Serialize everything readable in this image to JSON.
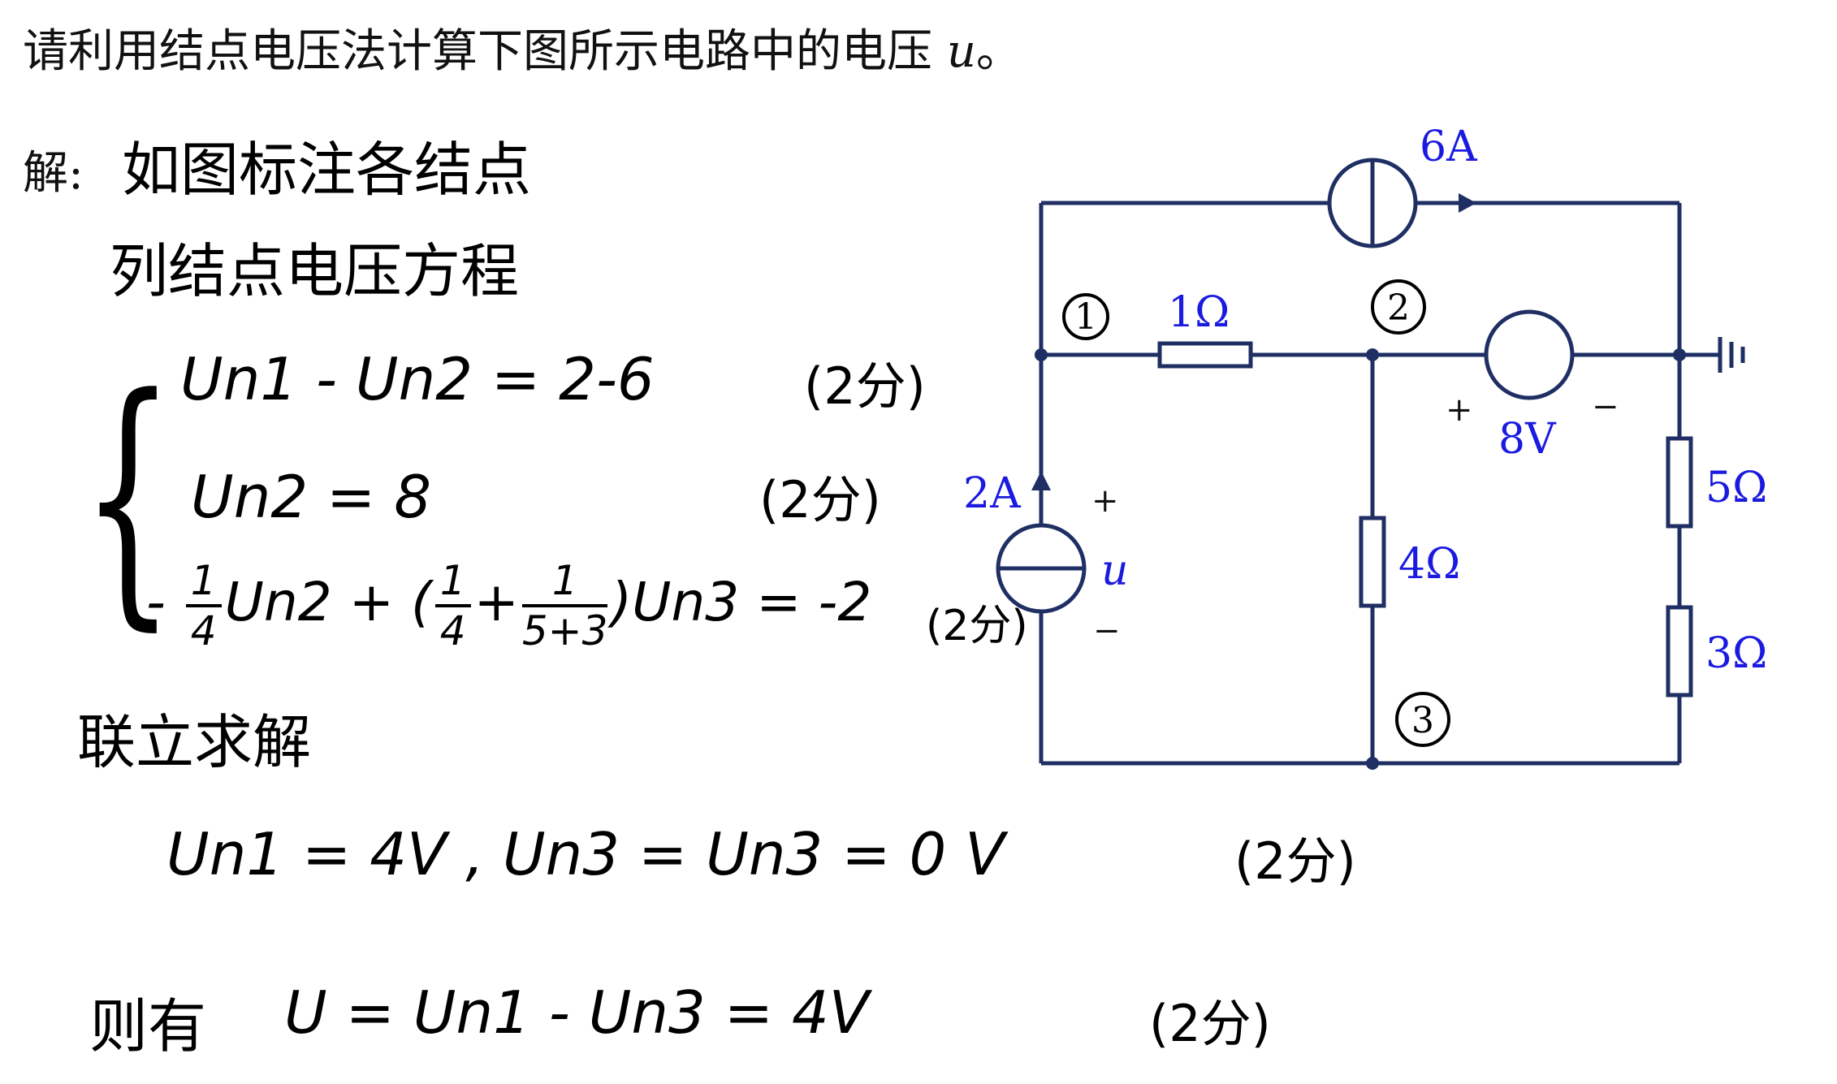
{
  "problem": {
    "text": "请利用结点电压法计算下图所示电路中的电压 ",
    "var": "u",
    "end": "。"
  },
  "solution": {
    "label": "解:",
    "line1": "如图标注各结点",
    "line2": "列结点电压方程",
    "eq1": "Un1 - Un2 = 2-6",
    "eq1_score": "(2分)",
    "eq2": "Un2 = 8",
    "eq2_score": "(2分)",
    "eq3_pre": "- ",
    "eq3_frac1_num": "1",
    "eq3_frac1_den": "4",
    "eq3_mid": "Un2 + (",
    "eq3_frac2_num": "1",
    "eq3_frac2_den": "4",
    "eq3_plus": "+",
    "eq3_frac3_num": "1",
    "eq3_frac3_den": "5+3",
    "eq3_post": ")Un3 = -2",
    "eq3_score": "(2分)",
    "line_solve": "联立求解",
    "result1": "Un1 = 4V ,  Un3 = Un3 = 0 V",
    "result1_score": "(2分)",
    "final_label": "则有",
    "final": "U = Un1 - Un3 = 4V",
    "final_score": "(2分)"
  },
  "circuit": {
    "wire_color": "#1f2f63",
    "label_color": "#1a1ae0",
    "labels": {
      "i6": "6A",
      "r1": "1Ω",
      "v8": "8V",
      "i2": "2A",
      "r4": "4Ω",
      "r5": "5Ω",
      "r3": "3Ω",
      "u": "u",
      "n1": "1",
      "n2": "2",
      "n3": "3",
      "plus_v8": "+",
      "minus_v8": "−",
      "plus_u": "+",
      "minus_u": "−"
    }
  }
}
